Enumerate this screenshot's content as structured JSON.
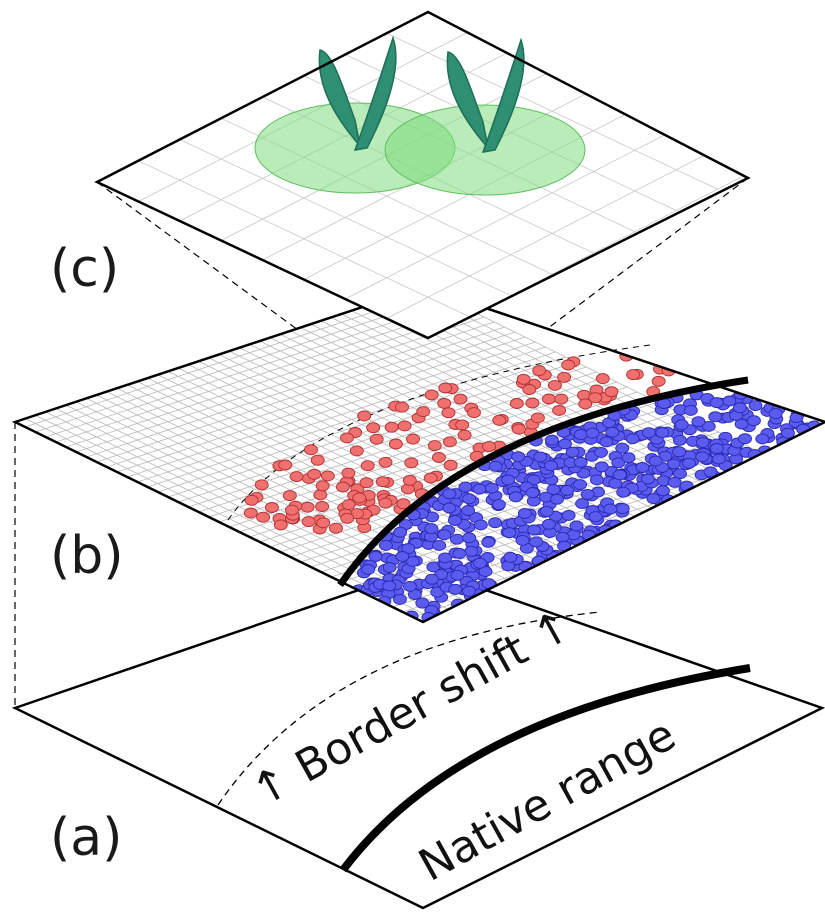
{
  "figure": {
    "panels": [
      {
        "id": "a",
        "label": "(a)"
      },
      {
        "id": "b",
        "label": "(b)"
      },
      {
        "id": "c",
        "label": "(c)"
      }
    ],
    "annotations": {
      "border_shift": "↑ Border shift ↑",
      "native_range": "Native range"
    },
    "colors": {
      "native_points": "#5b5bf0",
      "native_points_stroke": "#2a2ab0",
      "invading_points": "#f07070",
      "invading_points_stroke": "#b03030",
      "plant": "#2f8f73",
      "plant_halo": "#8ee28e",
      "grid": "#b8b8b8",
      "outline": "#000000"
    },
    "icons": [
      "plant-icon",
      "plant-icon"
    ]
  }
}
